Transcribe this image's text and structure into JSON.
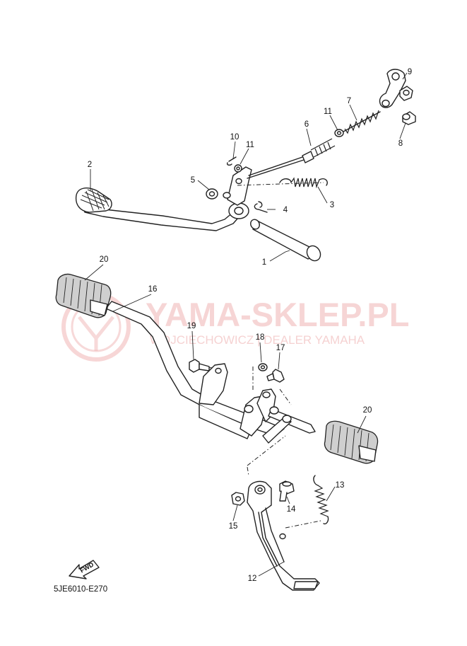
{
  "diagram": {
    "drawing_code": "5JE6010-E270",
    "fwd_label": "FWD",
    "watermark": {
      "title": "YAMA-SKLEP.PL",
      "subtitle": "WOJCIECHOWICZ | DEALER YAMAHA"
    },
    "callouts": [
      {
        "id": "c1",
        "label": "1"
      },
      {
        "id": "c2",
        "label": "2"
      },
      {
        "id": "c3",
        "label": "3"
      },
      {
        "id": "c4",
        "label": "4"
      },
      {
        "id": "c5",
        "label": "5"
      },
      {
        "id": "c6",
        "label": "6"
      },
      {
        "id": "c7",
        "label": "7"
      },
      {
        "id": "c8",
        "label": "8"
      },
      {
        "id": "c9",
        "label": "9"
      },
      {
        "id": "c10",
        "label": "10"
      },
      {
        "id": "c11a",
        "label": "11"
      },
      {
        "id": "c11b",
        "label": "11"
      },
      {
        "id": "c12",
        "label": "12"
      },
      {
        "id": "c13",
        "label": "13"
      },
      {
        "id": "c14",
        "label": "14"
      },
      {
        "id": "c15",
        "label": "15"
      },
      {
        "id": "c16",
        "label": "16"
      },
      {
        "id": "c17",
        "label": "17"
      },
      {
        "id": "c18",
        "label": "18"
      },
      {
        "id": "c19",
        "label": "19"
      },
      {
        "id": "c20a",
        "label": "20"
      },
      {
        "id": "c20b",
        "label": "20"
      }
    ],
    "colors": {
      "line": "#222222",
      "watermark": "#f0b4b4",
      "rubber": "#cfcfcf"
    }
  }
}
